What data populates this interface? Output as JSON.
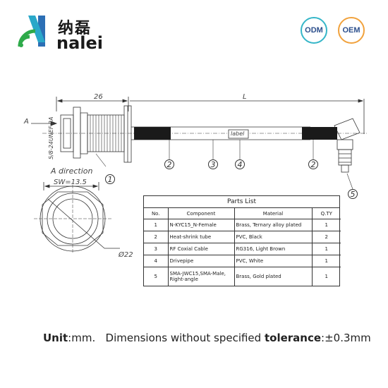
{
  "brand": {
    "name_cn": "纳磊",
    "name_en": "nalei",
    "colors": {
      "green": "#2eaa4a",
      "blue": "#2c6fb5",
      "cyan": "#2aa8c9"
    }
  },
  "badges": [
    {
      "label": "ODM",
      "ring_color": "#35b6c8"
    },
    {
      "label": "OEM",
      "ring_color": "#f1a23d"
    }
  ],
  "drawing": {
    "dim_width": "26",
    "dim_length": "L",
    "thread_label": "5/8-24UNEF-2A",
    "view_arrow": "A",
    "view_caption": "A direction",
    "hex_label": "SW=13.5",
    "diameter_label": "Ø22",
    "cable_label": "label",
    "callouts": [
      "1",
      "2",
      "3",
      "4",
      "2",
      "5"
    ]
  },
  "parts_list": {
    "title": "Parts List",
    "headers": [
      "No.",
      "Component",
      "Material",
      "Q.TY"
    ],
    "rows": [
      {
        "no": "1",
        "component": "N-KYC15_N-Female",
        "material": "Brass, Ternary alloy plated",
        "qty": "1"
      },
      {
        "no": "2",
        "component": "Heat-shrink tube",
        "material": "PVC, Black",
        "qty": "2"
      },
      {
        "no": "3",
        "component": "RF Coxial Cable",
        "material": "RG316, Light Brown",
        "qty": "1"
      },
      {
        "no": "4",
        "component": "Drivepipe",
        "material": "PVC, White",
        "qty": "1"
      },
      {
        "no": "5",
        "component": "SMA-JWC15,SMA-Male, Right-angle",
        "material": "Brass, Gold plated",
        "qty": "1"
      }
    ]
  },
  "footer": {
    "unit_label": "Unit",
    "unit_value": ":mm.",
    "dims_text": "Dimensions without specified",
    "tolerance_label": "tolerance",
    "tolerance_value": ":±0.3mm"
  }
}
